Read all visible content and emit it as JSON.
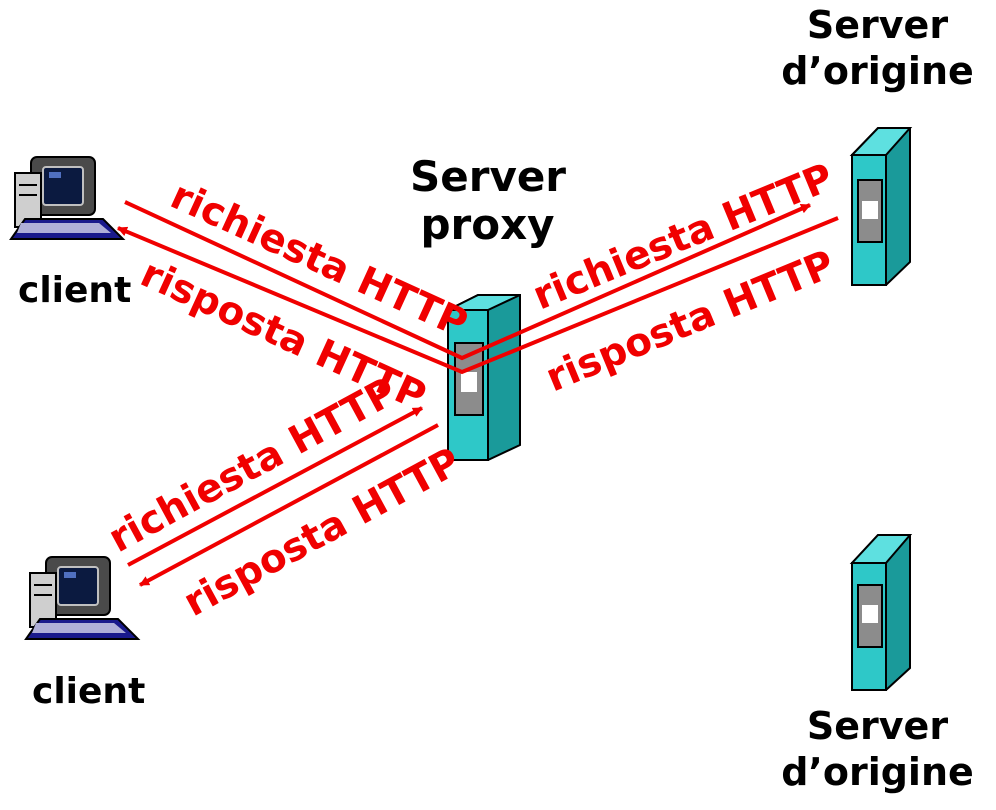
{
  "labels": {
    "client_top": "client",
    "client_bottom": "client",
    "proxy_line1": "Server",
    "proxy_line2": "proxy",
    "origin_top_line1": "Server",
    "origin_top_line2": "d’origine",
    "origin_bottom_line1": "Server",
    "origin_bottom_line2": "d’origine"
  },
  "arrows": {
    "top_client_request": "richiesta HTTP",
    "top_client_response": "risposta HTTP",
    "origin_request": "richiesta HTTP",
    "origin_response": "risposta HTTP",
    "bottom_client_request": "richiesta HTTP",
    "bottom_client_response": "risposta HTTP"
  },
  "colors": {
    "arrow": "#f00000",
    "server_face": "#2ec8c8",
    "server_side": "#1a9a9a"
  }
}
